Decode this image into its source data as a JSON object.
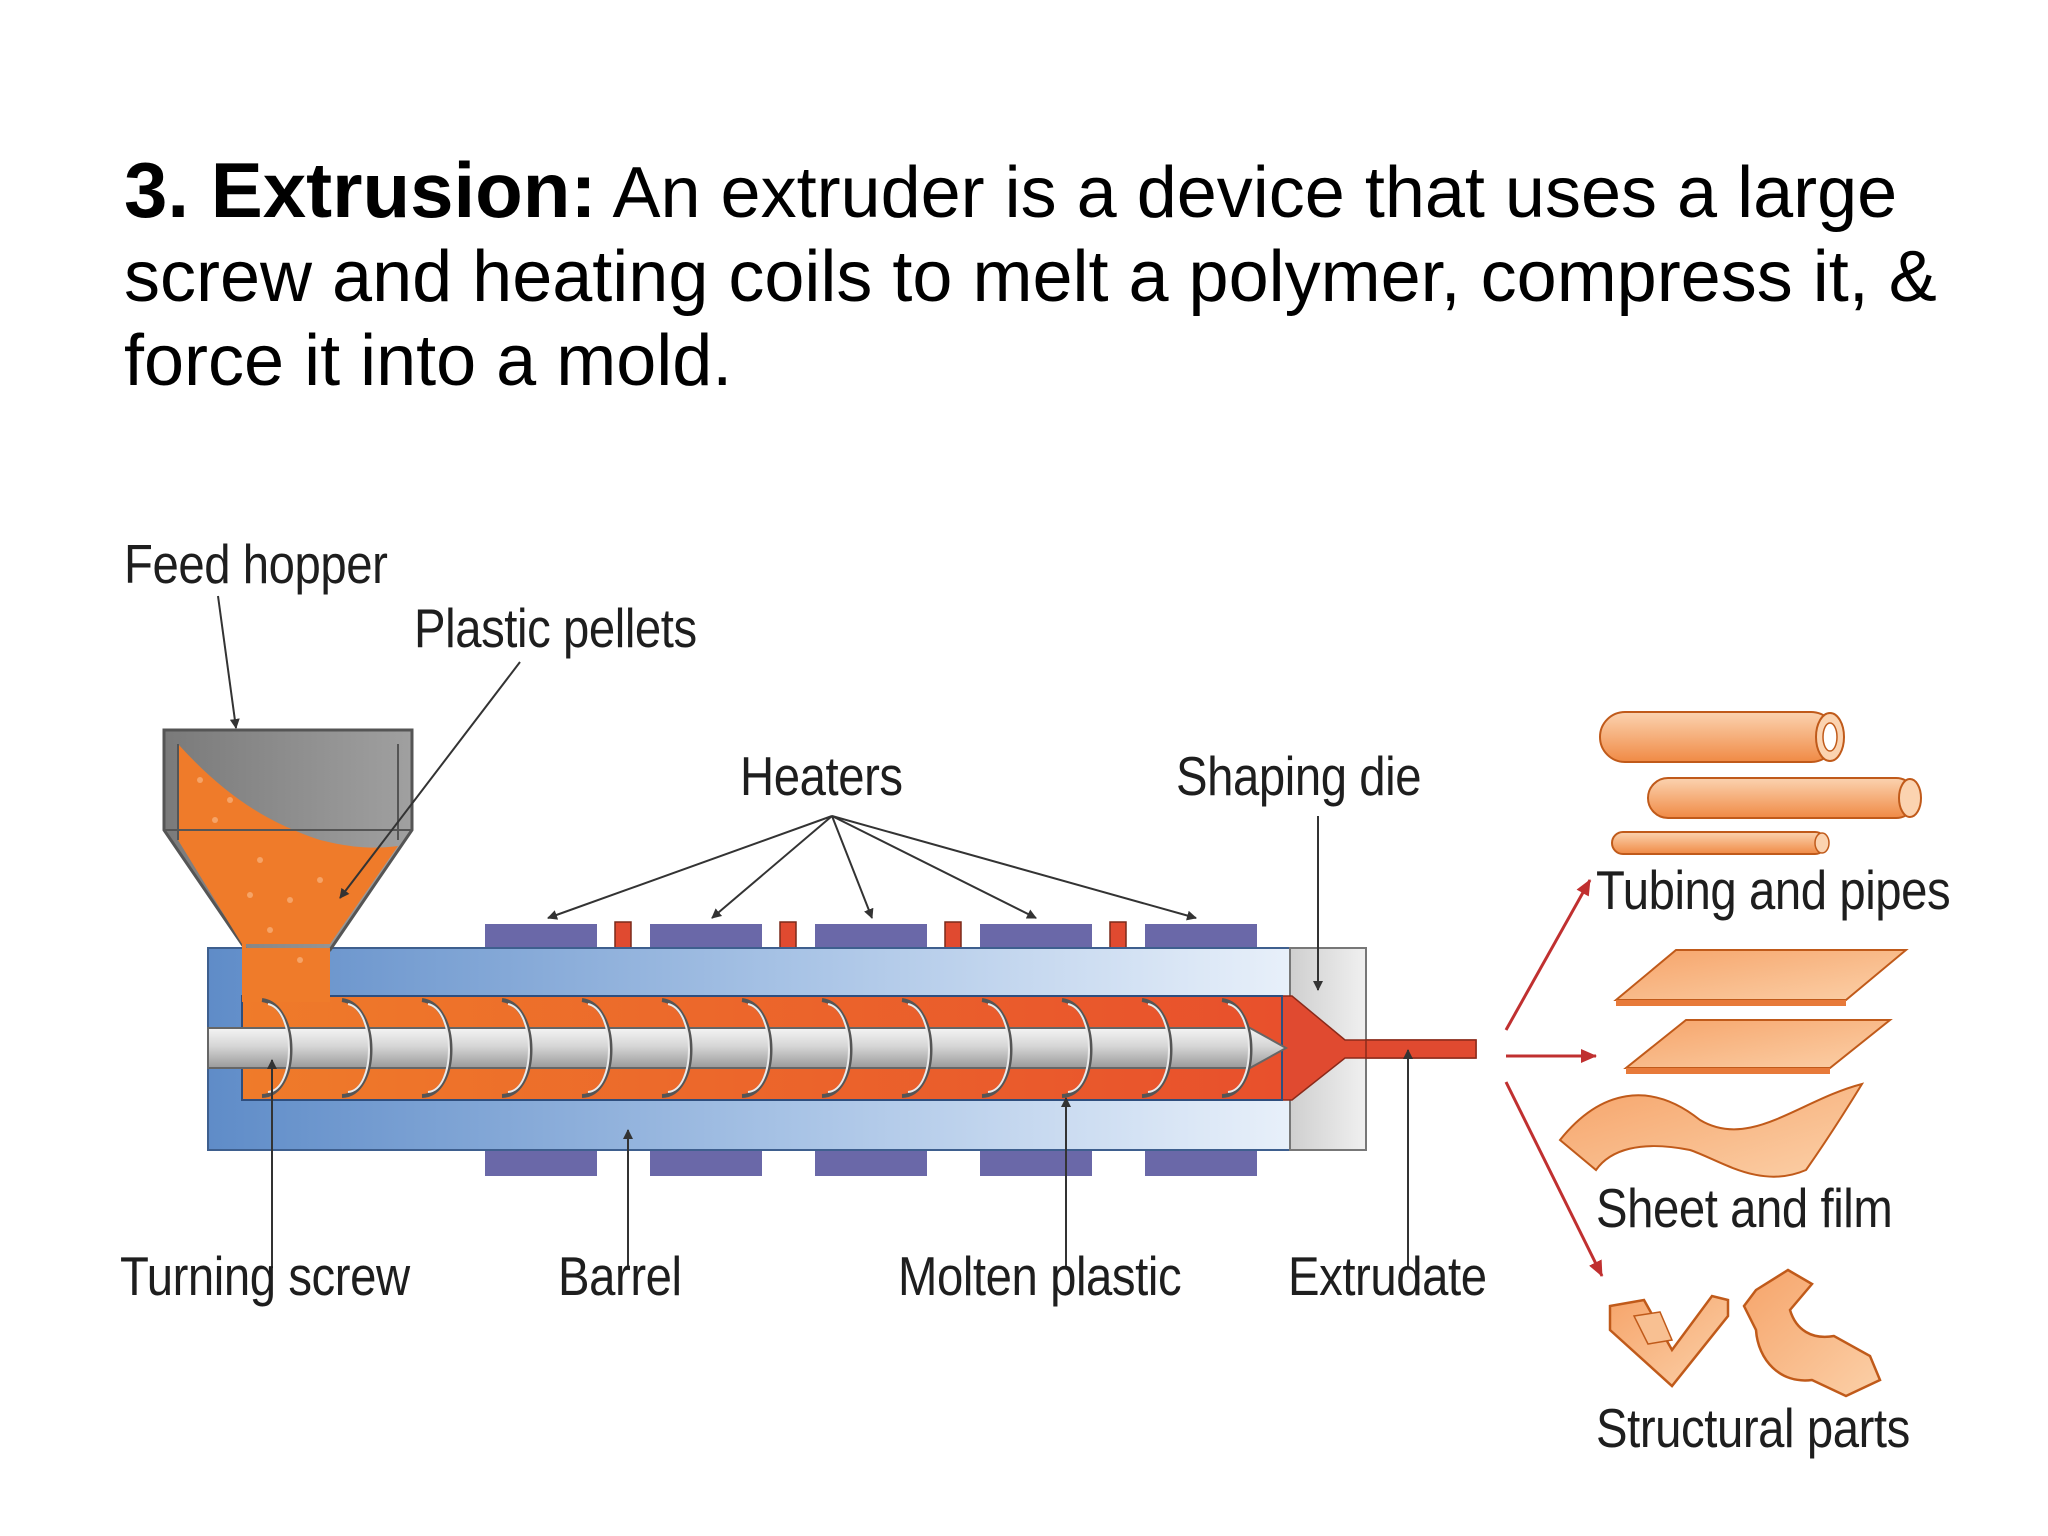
{
  "heading": {
    "lead": "3. Extrusion:",
    "body": " An extruder is a device that uses a large screw and heating coils to melt a polymer, compress it, & force it into a mold."
  },
  "labels": {
    "feed_hopper": "Feed hopper",
    "plastic_pellets": "Plastic pellets",
    "heaters": "Heaters",
    "shaping_die": "Shaping die",
    "turning_screw": "Turning screw",
    "barrel": "Barrel",
    "molten_plastic": "Molten plastic",
    "extrudate": "Extrudate",
    "tubing_and_pipes": "Tubing and pipes",
    "sheet_and_film": "Sheet and film",
    "structural_parts": "Structural parts"
  },
  "colors": {
    "barrel": "#6f98cc",
    "melt": "#ef7b2a",
    "heater": "#6a68a8",
    "hot": "#e04a30",
    "product": "#f5a36a",
    "screw": "#c8c8c8",
    "die": "#dcdcdc",
    "hopper": "#8c8c8c",
    "output_arrow": "#c03030"
  }
}
